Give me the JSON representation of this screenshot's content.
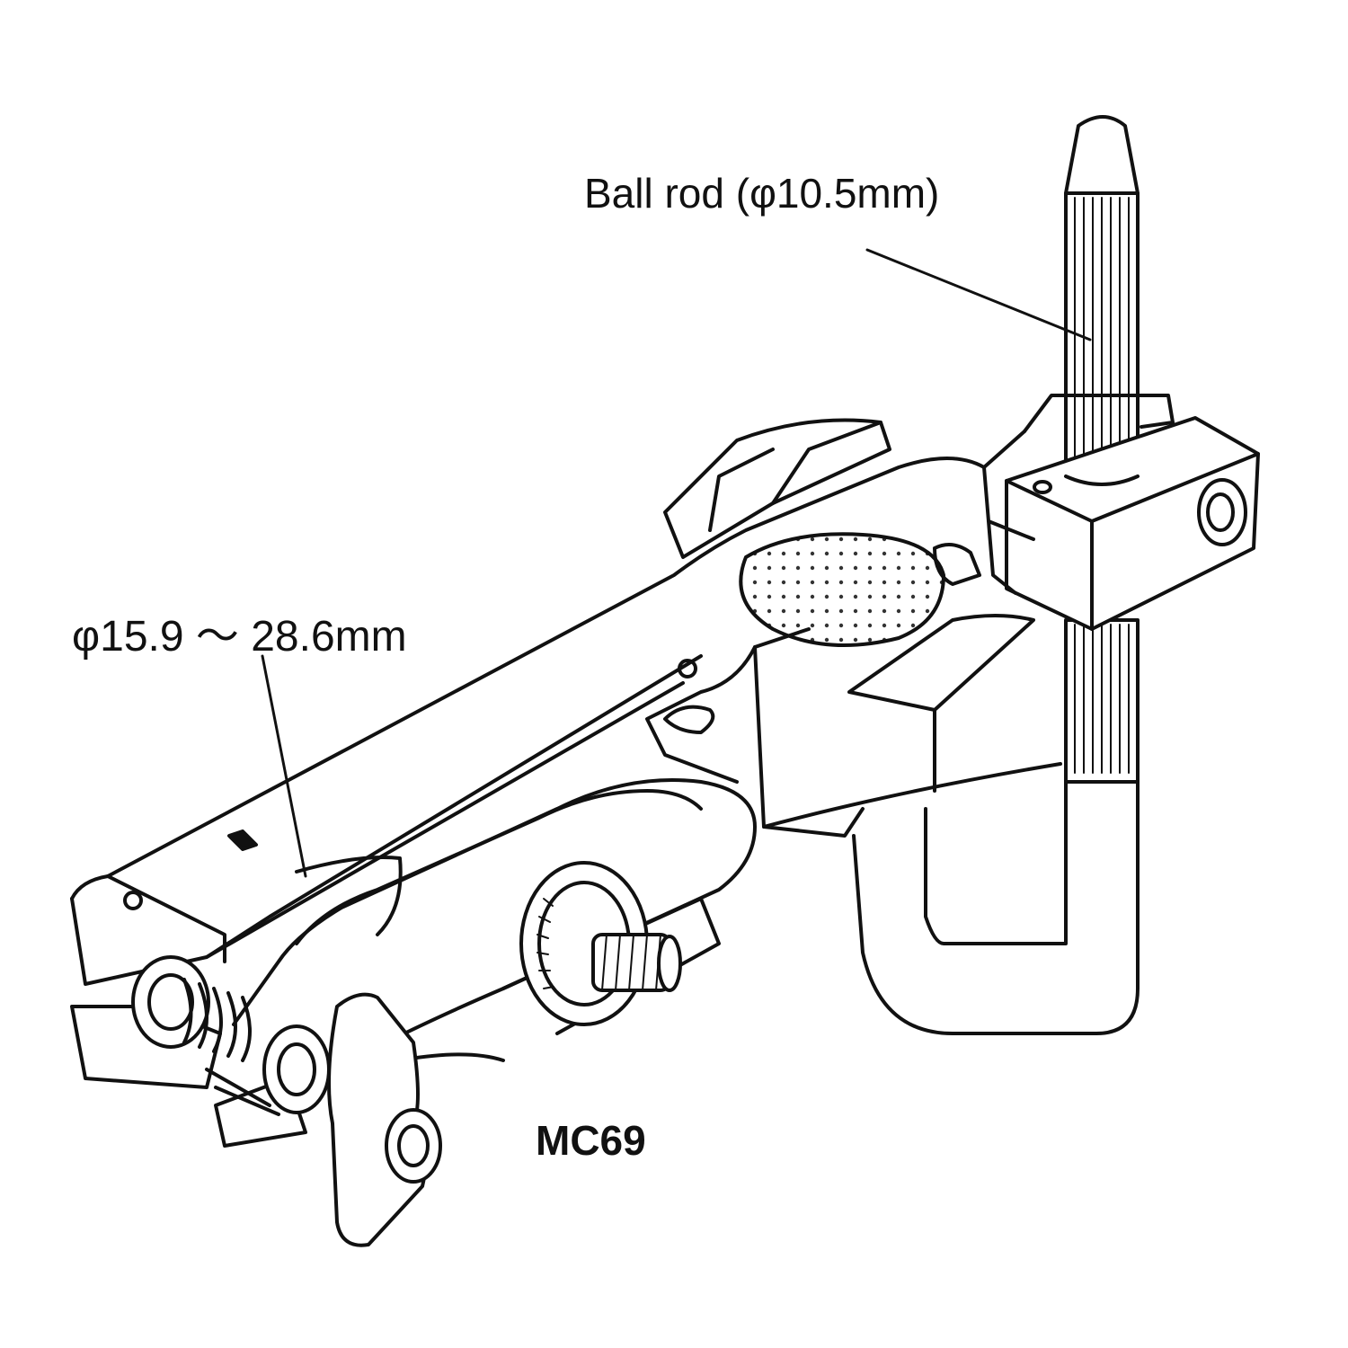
{
  "figure": {
    "callouts": {
      "ball_rod": "Ball rod (φ10.5mm)",
      "clamp_range": "φ15.9 ～ 28.6mm"
    },
    "model_name": "MC69"
  },
  "colors": {
    "line": "#111111",
    "background": "#ffffff",
    "texture": "#333333"
  }
}
